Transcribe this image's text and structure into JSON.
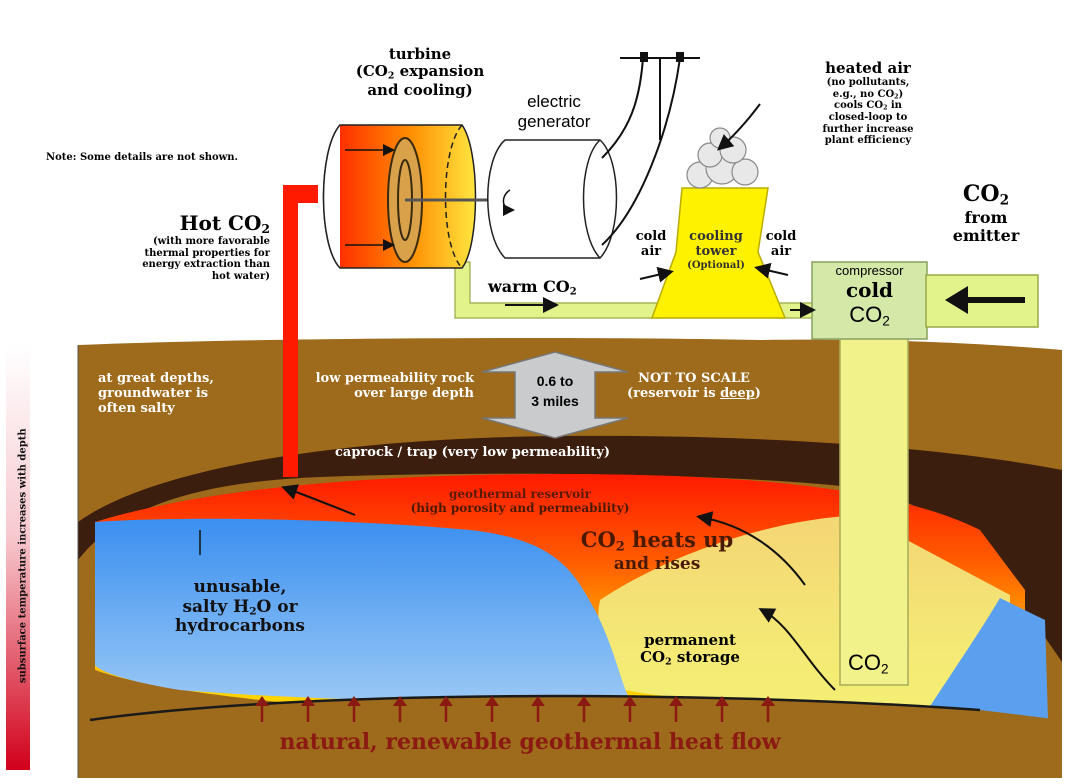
{
  "colors": {
    "ground": "#9e6a1b",
    "caprock": "#3c1e0e",
    "reservoir_hot": "#ff1a00",
    "reservoir_warm": "#ffd400",
    "co2_plume": "#f2f28a",
    "brine_blue": "#2f86e8",
    "pipe_green": "#e3f38b",
    "compressor_green": "#d4e8a8",
    "tower_yellow": "#fff200",
    "hot_pipe": "#ff1a00",
    "heat_arrow": "#8b1a12"
  },
  "note": "Note: Some details are not shown.",
  "turbine": {
    "title": "turbine",
    "detail_prefix": "(CO",
    "detail_sub": "2",
    "detail_suffix": " expansion",
    "detail_line2": "and cooling)"
  },
  "generator": {
    "line1": "electric",
    "line2": "generator"
  },
  "heated_air": {
    "title": "heated air",
    "l1": "(no pollutants,",
    "l2_prefix": "e.g., no CO",
    "l2_sub": "2",
    "l2_suffix": ")",
    "l3_prefix": "cools CO",
    "l3_sub": "2",
    "l3_suffix": " in",
    "l4": "closed-loop to",
    "l5": "further increase",
    "l6": "plant efficiency"
  },
  "co2_emitter": {
    "prefix": "CO",
    "sub": "2",
    "line2": "from",
    "line3": "emitter"
  },
  "hot_co2": {
    "prefix": "Hot CO",
    "sub": "2",
    "l1": "(with more favorable",
    "l2": "thermal properties for",
    "l3": "energy extraction than",
    "l4": "hot water)"
  },
  "cold_air": {
    "line1": "cold",
    "line2": "air"
  },
  "cooling_tower": {
    "line1": "cooling",
    "line2": "tower",
    "line3": "(Optional)"
  },
  "warm_co2": {
    "prefix": "warm CO",
    "sub": "2"
  },
  "compressor": {
    "label": "compressor",
    "cold": "cold",
    "co_prefix": "CO",
    "co_sub": "2"
  },
  "groundwater": {
    "l1": "at great depths,",
    "l2": "groundwater is",
    "l3": "often salty"
  },
  "low_perm": {
    "l1": "low permeability rock",
    "l2": "over large depth"
  },
  "depth": {
    "l1": "0.6 to",
    "l2": "3 miles"
  },
  "not_to_scale": {
    "l1": "NOT TO SCALE",
    "l2_prefix": "(reservoir is ",
    "l2_underline": "deep",
    "l2_suffix": ")"
  },
  "caprock_label": "caprock / trap (very low permeability)",
  "reservoir_label": {
    "l1": "geothermal reservoir",
    "l2": "(high porosity and permeability)"
  },
  "heats_up": {
    "prefix": "CO",
    "sub": "2",
    "suffix": " heats up",
    "line2": "and rises"
  },
  "unusable": {
    "l1": "unusable,",
    "l2_prefix": "salty H",
    "l2_sub": "2",
    "l2_suffix": "O or",
    "l3": "hydrocarbons"
  },
  "permanent": {
    "l1": "permanent",
    "l2_prefix": "CO",
    "l2_sub": "2",
    "l2_suffix": " storage"
  },
  "co2_injection": {
    "prefix": "CO",
    "sub": "2"
  },
  "heat_flow": "natural, renewable geothermal heat flow",
  "side_label": "subsurface temperature increases with depth"
}
